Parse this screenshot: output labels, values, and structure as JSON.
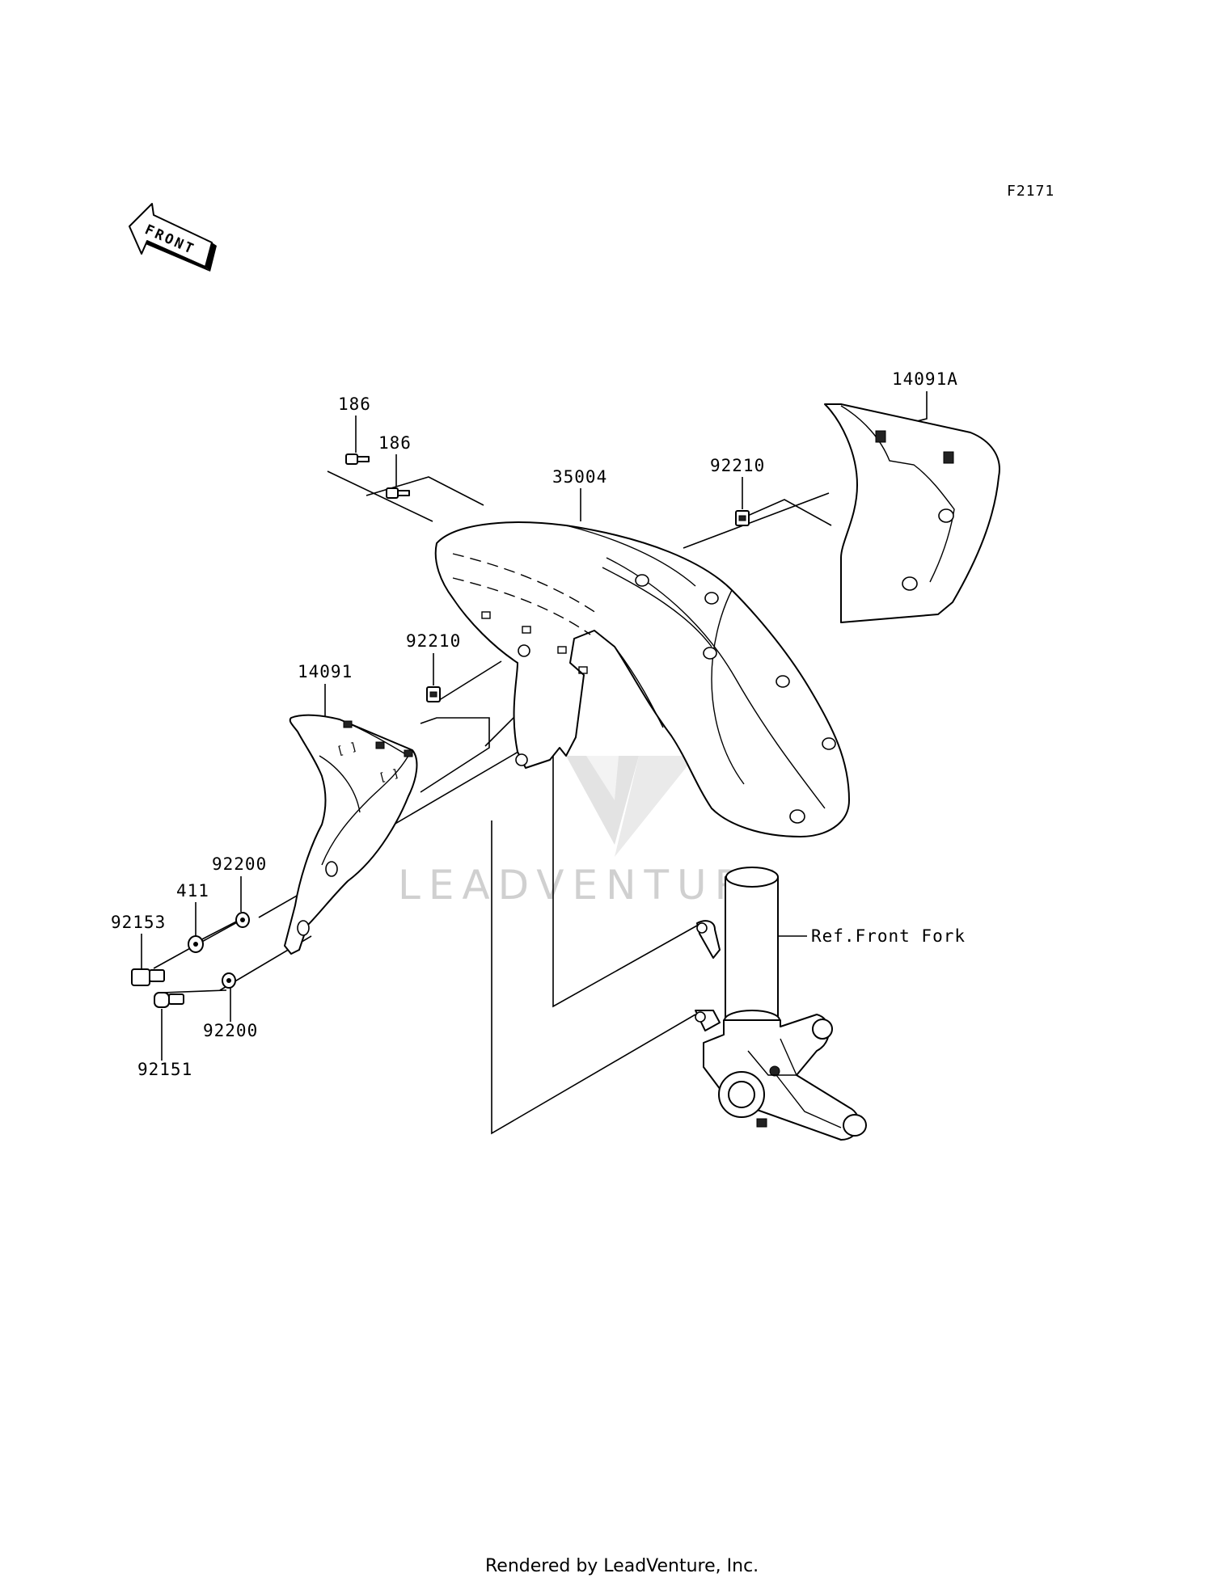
{
  "diagram": {
    "code": "F2171",
    "front_arrow_label": "FRONT",
    "watermark_text": "LEADVENTURE",
    "footer": "Rendered by LeadVenture, Inc.",
    "part_labels": {
      "bolt_186_a": "186",
      "bolt_186_b": "186",
      "fender_35004": "35004",
      "nut_92210_upper": "92210",
      "cover_14091A": "14091A",
      "nut_92210_lower": "92210",
      "cover_14091": "14091",
      "washer_92200_upper": "92200",
      "washer_411": "411",
      "bolt_92153": "92153",
      "washer_92200_lower": "92200",
      "bolt_92151": "92151",
      "ref_front_fork": "Ref.Front Fork"
    }
  }
}
